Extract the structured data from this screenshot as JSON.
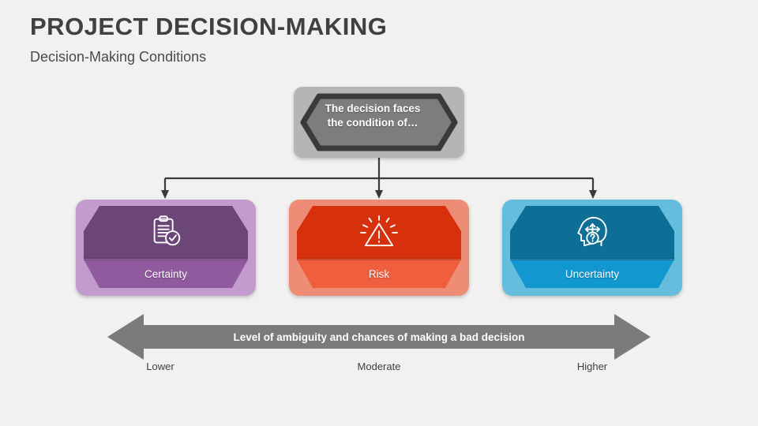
{
  "header": {
    "title": "PROJECT DECISION-MAKING",
    "subtitle": "Decision-Making Conditions"
  },
  "diagram": {
    "root": {
      "text_line1": "The decision faces",
      "text_line2": "the condition of…",
      "outer_color": "#b5b5b5",
      "border_color": "#3a3a3a",
      "fill_color": "#7d7d7d",
      "text_color": "#ffffff"
    },
    "connector_color": "#3a3a3a",
    "cards": [
      {
        "label": "Certainty",
        "icon": "clipboard-check-icon",
        "outer_color": "#c49bcd",
        "top_color": "#6c4579",
        "bottom_color": "#8f5b9e"
      },
      {
        "label": "Risk",
        "icon": "warning-triangle-icon",
        "outer_color": "#ef8c76",
        "top_color": "#d6300d",
        "bottom_color": "#ef5e3d"
      },
      {
        "label": "Uncertainty",
        "icon": "head-question-icon",
        "outer_color": "#64bddd",
        "top_color": "#0d6e96",
        "bottom_color": "#1298ce"
      }
    ],
    "scale": {
      "label": "Level of ambiguity and chances of making a bad decision",
      "arrow_color": "#7b7b7b",
      "label_color": "#ffffff",
      "ticks": [
        "Lower",
        "Moderate",
        "Higher"
      ]
    }
  },
  "theme": {
    "background": "#f1f1f1",
    "title_color": "#404040",
    "subtitle_color": "#4a4a4a"
  }
}
